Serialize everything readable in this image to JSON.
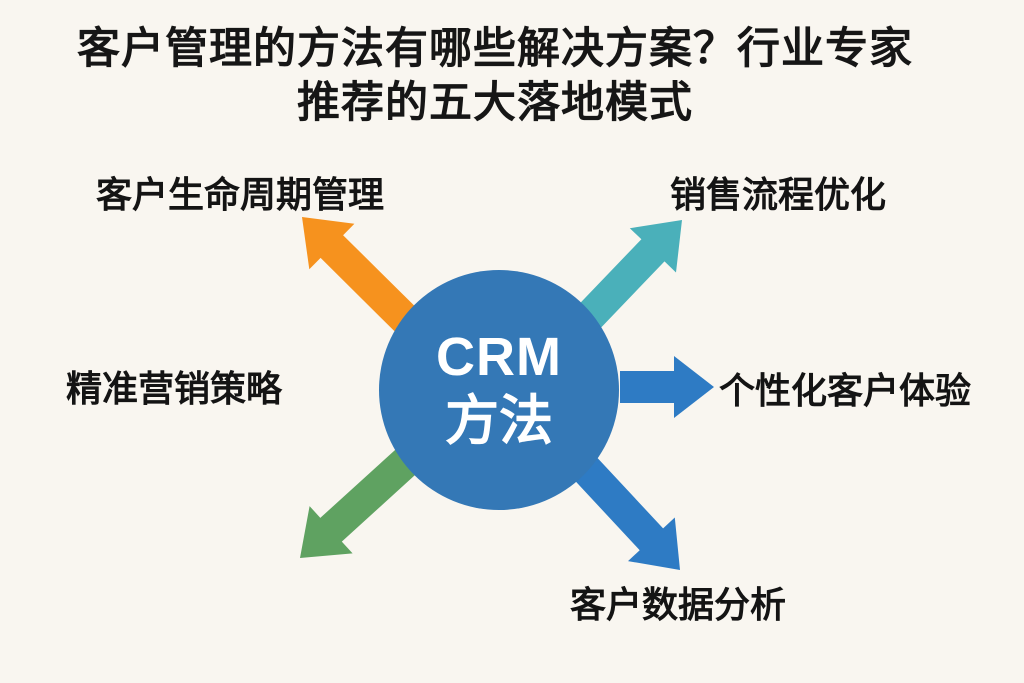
{
  "page": {
    "background_color": "#F9F6F0",
    "text_color": "#141414"
  },
  "title": {
    "line1": "客户管理的方法有哪些解决方案？行业专家",
    "line2": "推荐的五大落地模式"
  },
  "center": {
    "title": "CRM",
    "subtitle": "方法",
    "circle_color": "#3478B6",
    "text_color": "#FFFFFF"
  },
  "branches": [
    {
      "label": "客户生命周期管理",
      "position": "top-left",
      "arrow_color": "#F6921E"
    },
    {
      "label": "销售流程优化",
      "position": "top-right",
      "arrow_color": "#4AB0BA"
    },
    {
      "label": "精准营销策略",
      "position": "left",
      "arrow_color": null
    },
    {
      "label": "个性化客户体验",
      "position": "right",
      "arrow_color": "#2E7BC4"
    },
    {
      "label": "客户数据分析",
      "position": "bottom-right",
      "arrow_color": "#2E7BC4"
    },
    {
      "label": null,
      "position": "bottom-left",
      "arrow_color": "#5FA261"
    }
  ]
}
